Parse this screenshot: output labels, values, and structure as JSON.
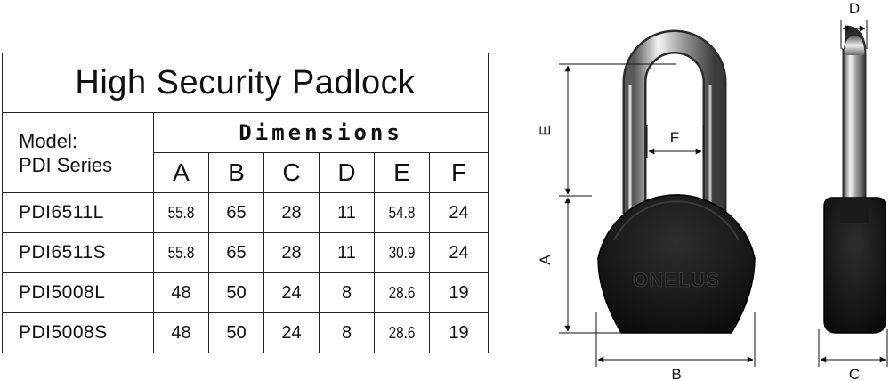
{
  "table": {
    "title": "High Security Padlock",
    "model_label_line1": "Model:",
    "model_label_line2": "PDI Series",
    "dimensions_label": "Dimensions",
    "columns": [
      "A",
      "B",
      "C",
      "D",
      "E",
      "F"
    ],
    "rows": [
      {
        "model": "PDI6511L",
        "values": [
          "55.8",
          "65",
          "28",
          "11",
          "54.8",
          "24"
        ]
      },
      {
        "model": "PDI6511S",
        "values": [
          "55.8",
          "65",
          "28",
          "11",
          "30.9",
          "24"
        ]
      },
      {
        "model": "PDI5008L",
        "values": [
          "48",
          "50",
          "24",
          "8",
          "28.6",
          "19"
        ]
      },
      {
        "model": "PDI5008S",
        "values": [
          "48",
          "50",
          "24",
          "8",
          "28.6",
          "19"
        ]
      }
    ]
  },
  "diagram": {
    "brand": "ONELUS",
    "labels": {
      "A": "A",
      "B": "B",
      "C": "C",
      "D": "D",
      "E": "E",
      "F": "F"
    }
  }
}
